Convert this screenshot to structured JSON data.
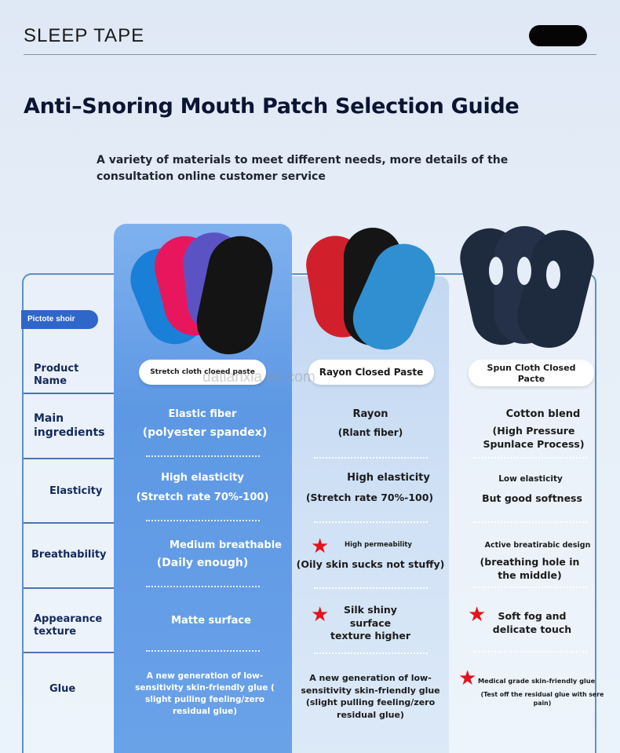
{
  "header": {
    "brand": "SLEEP TAPE"
  },
  "title": "Anti–Snoring Mouth Patch Selection Guide",
  "subtitle": "A variety of materials to meet different needs, more details of the consultation online customer service",
  "picture_tag": "Pictote shoir",
  "row_labels": {
    "product_name": "Product\nName",
    "main_ingredients": "Main\ningredients",
    "elasticity": "Elasticity",
    "breathability": "Breathability",
    "appearance": "Appearance\ntexture",
    "glue": "Glue"
  },
  "products": [
    {
      "name": "Stretch cloth cloeed paste",
      "ingredients_1": "Elastic fiber",
      "ingredients_2": "(polyester spandex)",
      "elasticity_1": "High elasticity",
      "elasticity_2": "(Stretch rate 70%-100)",
      "breath_1": "Medium breathable",
      "breath_2": "(Daily enough)",
      "appearance": "Matte surface",
      "glue": "A new generation of low-\nsensitivity skin-friendly glue (\nslight pulling feeling/zero\nresidual glue)",
      "colors": [
        "#1a7fd6",
        "#e8175d",
        "#5b53c4",
        "#141414"
      ]
    },
    {
      "name": "Rayon Closed Paste",
      "ingredients_1": "Rayon",
      "ingredients_2": "(Rlant fiber)",
      "elasticity_1": "High elasticity",
      "elasticity_2": "(Stretch rate 70%-100)",
      "breath_1": "High permeability",
      "breath_2": "(Oily skin sucks not stuffy)",
      "appearance": "Silk shiny\nsurface\ntexture higher",
      "glue": "A new generation of low-\nsensitivity skin-friendly glue\n(slight pulling feeling/zero\nresidual glue)",
      "colors": [
        "#d1202b",
        "#151515",
        "#2f8fd0"
      ]
    },
    {
      "name": "Spun Cloth Closed\nPacte",
      "ingredients_1": "Cotton blend",
      "ingredients_2": "(High Pressure\nSpunlace Process)",
      "elasticity_1": "Low elasticity",
      "elasticity_2": "But good softness",
      "breath_1": "Active breatirabic design",
      "breath_2": "(breathing hole in\nthe middle)",
      "appearance": "Soft fog and\ndelicate touch",
      "glue_1": "Medical grade skin-friendly glue",
      "glue_2": "(Test off the residual glue with sere\npain)",
      "colors": [
        "#1e2a3e",
        "#1e2a3e",
        "#1e2a3e"
      ]
    }
  ],
  "watermark": "datianxia.en.com"
}
